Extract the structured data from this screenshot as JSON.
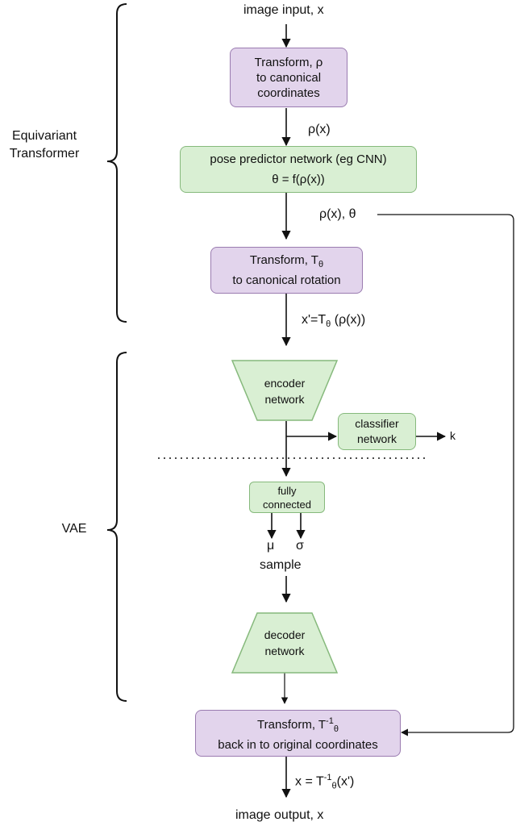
{
  "labels": {
    "input": "image input, x",
    "rho_x": "ρ(x)",
    "rho_theta": "ρ(x), θ",
    "x_prime_a": "x'=T",
    "x_prime_sub": "θ",
    "x_prime_b": " (ρ(x))",
    "mu": "μ",
    "sigma": "σ",
    "sample": "sample",
    "k": "k",
    "x_eq_a": "x = T",
    "x_eq_sup": "-1",
    "x_eq_sub": "θ",
    "x_eq_b": "(x')",
    "output": "image output, x"
  },
  "groups": {
    "equivariant": "Equivariant\nTransformer",
    "vae": "VAE"
  },
  "boxes": {
    "transform_rho": "Transform, ρ\nto canonical\ncoordinates",
    "pose_line1": "pose predictor network (eg CNN)",
    "pose_line2": "θ = f(ρ(x))",
    "transform_t_a": "Transform, T",
    "transform_t_sub": "θ",
    "transform_t_line2": "to canonical rotation",
    "encoder": "encoder\nnetwork",
    "classifier": "classifier\nnetwork",
    "fully_connected": "fully\nconnected",
    "decoder": "decoder\nnetwork",
    "inverse_a": "Transform, T",
    "inverse_sup": "-1",
    "inverse_sub": "θ",
    "inverse_line2": "back in to original coordinates"
  }
}
